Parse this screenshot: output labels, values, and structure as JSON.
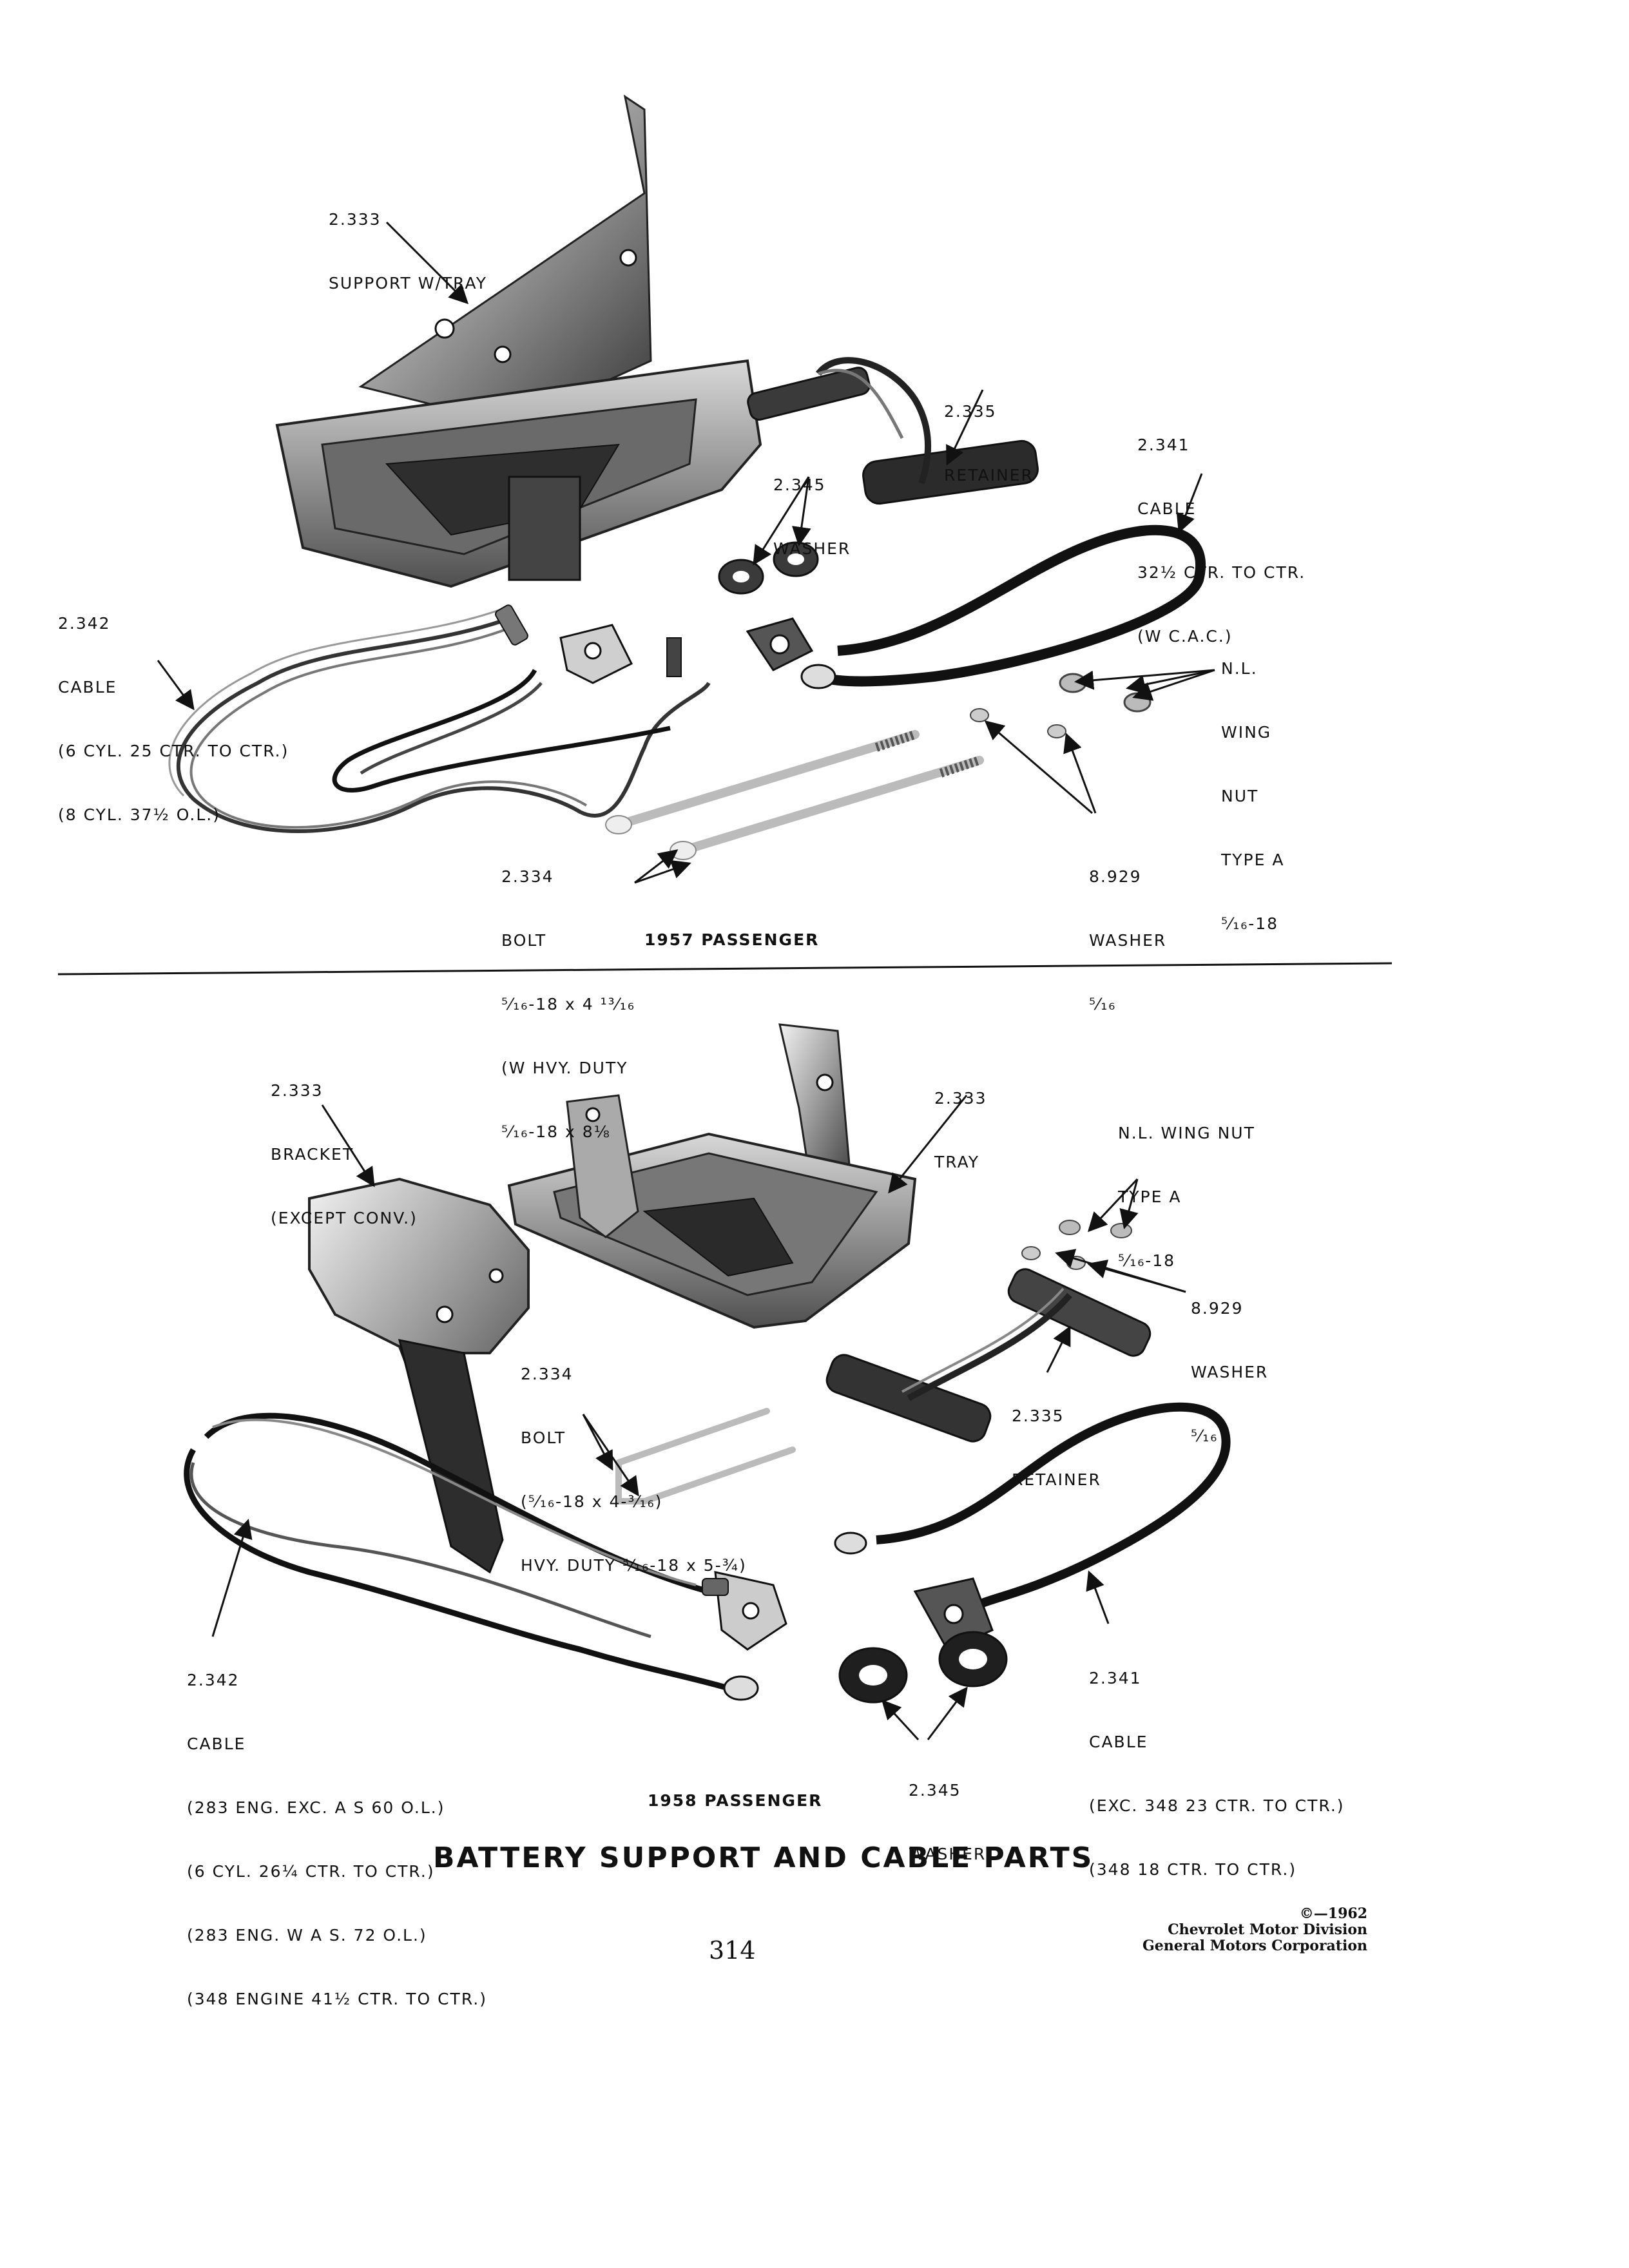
{
  "title": "BATTERY SUPPORT AND CABLE PARTS",
  "page_number": "314",
  "copyright": [
    "©—1962",
    "Chevrolet Motor Division",
    "General Motors Corporation"
  ],
  "diagram_1957": {
    "caption": "1957 PASSENGER",
    "labels": {
      "support": [
        "2.333",
        "SUPPORT W/TRAY"
      ],
      "retainer": [
        "2.335",
        "RETAINER"
      ],
      "washer": [
        "2.345",
        "WASHER"
      ],
      "cable_pos": [
        "2.341",
        "CABLE",
        "32½ CTR. TO CTR.",
        "(W C.A.C.)"
      ],
      "cable_neg": [
        "2.342",
        "CABLE",
        "(6 CYL. 25 CTR. TO CTR.)",
        "(8 CYL. 37½ O.L.)"
      ],
      "wing_nut": [
        "N.L.",
        "WING",
        "NUT",
        "TYPE A",
        "⁵⁄₁₆-18"
      ],
      "bolt": [
        "2.334",
        "BOLT",
        "⁵⁄₁₆-18 x 4 ¹³⁄₁₆",
        "(W HVY. DUTY",
        "⁵⁄₁₆-18 x 8⅛"
      ],
      "washer_small": [
        "8.929",
        "WASHER",
        "⁵⁄₁₆"
      ]
    }
  },
  "diagram_1958": {
    "caption": "1958 PASSENGER",
    "labels": {
      "bracket": [
        "2.333",
        "BRACKET",
        "(EXCEPT CONV.)"
      ],
      "tray": [
        "2.333",
        "TRAY"
      ],
      "wing_nut": [
        "N.L. WING NUT",
        "TYPE A",
        "⁵⁄₁₆-18"
      ],
      "washer_small": [
        "8.929",
        "WASHER",
        "⁵⁄₁₆"
      ],
      "bolt": [
        "2.334",
        "BOLT",
        "(⁵⁄₁₆-18 x 4-³⁄₁₆)",
        "HVY. DUTY ⁵⁄₁₆-18 x 5-¾)"
      ],
      "retainer": [
        "2.335",
        "RETAINER"
      ],
      "cable_neg": [
        "2.342",
        "CABLE",
        "(283 ENG. EXC. A S 60 O.L.)",
        "(6 CYL. 26¼ CTR. TO CTR.)",
        "(283 ENG. W A S. 72 O.L.)",
        "(348 ENGINE 41½ CTR. TO CTR.)"
      ],
      "cable_pos": [
        "2.341",
        "CABLE",
        "(EXC. 348 23 CTR. TO CTR.)",
        "(348 18 CTR. TO CTR.)"
      ],
      "washer": [
        "2.345",
        "WASHER"
      ]
    }
  }
}
